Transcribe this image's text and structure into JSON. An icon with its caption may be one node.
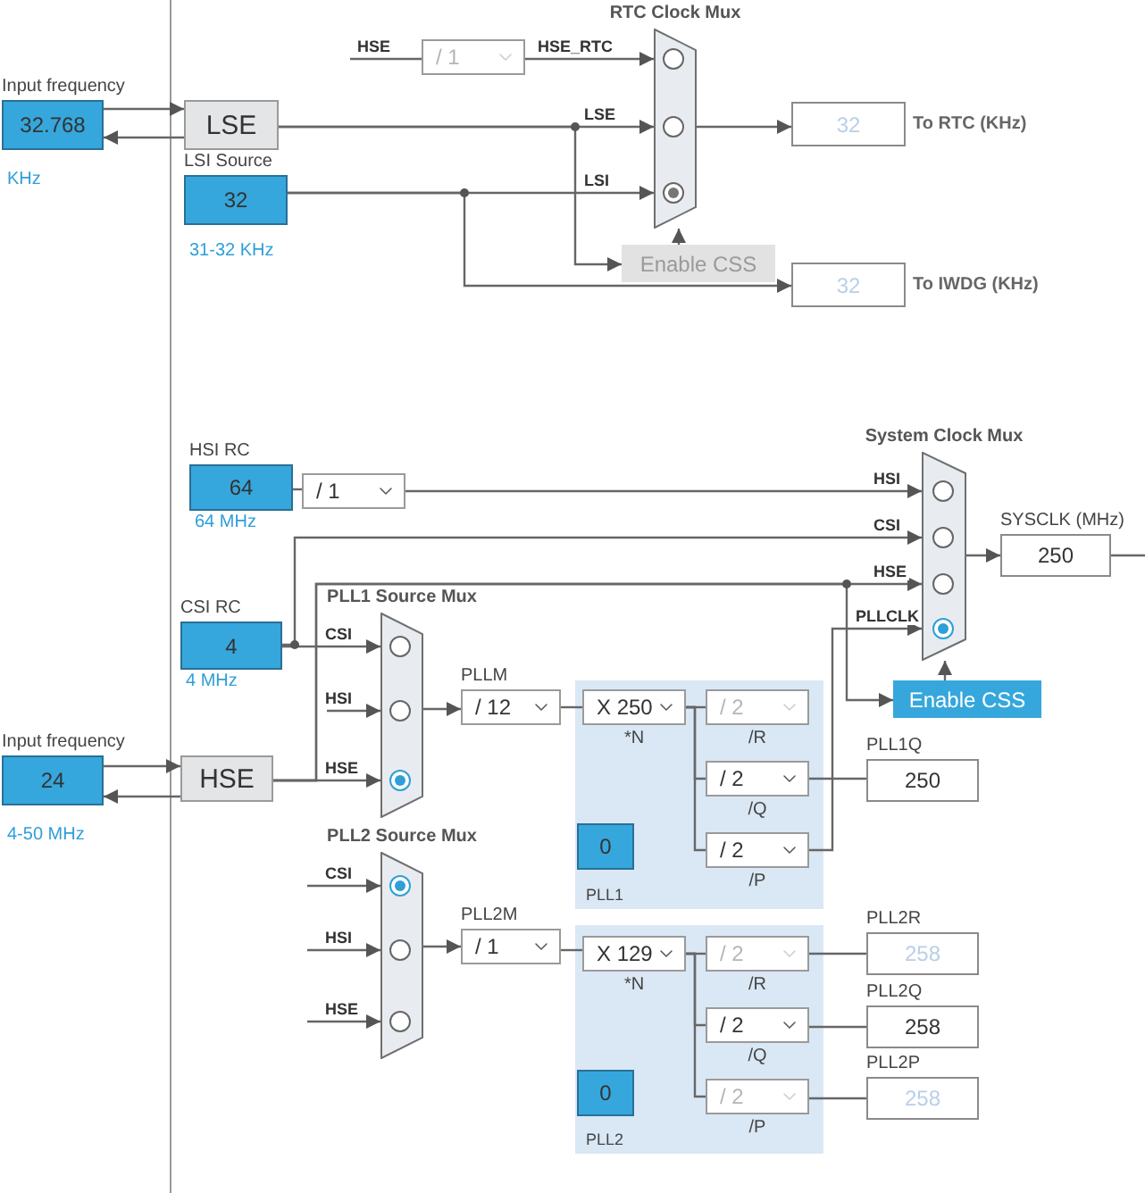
{
  "diagram": {
    "nodes": [
      {
        "text": [
          "Input frequency",
          "32.768"
        ],
        "beside": [
          "KHz"
        ]
      },
      {
        "text": [
          "LSE"
        ]
      },
      {
        "text": [
          "LSI Source",
          "32"
        ],
        "beside": [
          "31-32 KHz"
        ]
      },
      {
        "text": [
          "/ 1"
        ]
      },
      {
        "text": [
          "RTC Clock Mux"
        ]
      },
      {
        "text": [
          "32"
        ],
        "beside": [
          "To RTC (KHz)"
        ]
      },
      {
        "text": [
          "Enable CSS"
        ]
      },
      {
        "text": [
          "32"
        ],
        "beside": [
          "To IWDG (KHz)"
        ]
      },
      {
        "text": [
          "HSI RC",
          "64"
        ],
        "beside": [
          "64 MHz"
        ]
      },
      {
        "text": [
          "/ 1"
        ]
      },
      {
        "text": [
          "System Clock Mux"
        ]
      },
      {
        "text": [
          "SYSCLK (MHz)",
          "250"
        ]
      },
      {
        "text": [
          "CSI RC",
          "4"
        ],
        "beside": [
          "4 MHz"
        ]
      },
      {
        "text": [
          "Input frequency",
          "24"
        ],
        "beside": [
          "4-50 MHz"
        ]
      },
      {
        "text": [
          "HSE"
        ]
      },
      {
        "text": [
          "PLL1 Source Mux"
        ]
      },
      {
        "text": [
          "PLLM",
          "/ 12"
        ]
      },
      {
        "text": [
          "PLL1"
        ]
      },
      {
        "text": [
          "X 250",
          "*N"
        ],
        "in": 17
      },
      {
        "text": [
          "/ 2",
          "/R"
        ],
        "in": 17
      },
      {
        "text": [
          "/ 2",
          "/Q"
        ],
        "in": 17
      },
      {
        "text": [
          "/ 2",
          "/P"
        ],
        "in": 17
      },
      {
        "text": [
          "0"
        ],
        "in": 17
      },
      {
        "text": [
          "Enable CSS"
        ]
      },
      {
        "text": [
          "PLL1Q",
          "250"
        ]
      },
      {
        "text": [
          "PLL2 Source Mux"
        ]
      },
      {
        "text": [
          "PLL2M",
          "/ 1"
        ]
      },
      {
        "text": [
          "PLL2"
        ]
      },
      {
        "text": [
          "X 129",
          "*N"
        ],
        "in": 27
      },
      {
        "text": [
          "/ 2",
          "/R"
        ],
        "in": 27
      },
      {
        "text": [
          "/ 2",
          "/Q"
        ],
        "in": 27
      },
      {
        "text": [
          "/ 2",
          "/P"
        ],
        "in": 27
      },
      {
        "text": [
          "0"
        ],
        "in": 27
      },
      {
        "text": [
          "PLL2R",
          "258"
        ]
      },
      {
        "text": [
          "PLL2Q",
          "258"
        ]
      },
      {
        "text": [
          "PLL2P",
          "258"
        ]
      }
    ],
    "edges": [
      {
        "from": 0,
        "to": 1,
        "arrow": "to"
      },
      {
        "from": 1,
        "to": 0,
        "arrow": "to"
      },
      {
        "from": null,
        "to": 3,
        "arrow": "none",
        "label": "HSE"
      },
      {
        "from": 3,
        "to": 4,
        "arrow": "to",
        "label": "HSE_RTC"
      },
      {
        "from": 1,
        "to": 4,
        "arrow": "to",
        "label": "LSE"
      },
      {
        "from": 2,
        "to": 4,
        "arrow": "to",
        "label": "LSI"
      },
      {
        "from": 4,
        "to": 5,
        "arrow": "to"
      },
      {
        "from": 1,
        "to": 6,
        "arrow": "to"
      },
      {
        "from": 6,
        "to": 4,
        "arrow": "to"
      },
      {
        "from": 2,
        "to": 7,
        "arrow": "to"
      },
      {
        "from": 8,
        "to": 9,
        "arrow": "none"
      },
      {
        "from": 9,
        "to": 10,
        "arrow": "to",
        "label": "HSI"
      },
      {
        "from": 12,
        "to": 10,
        "arrow": "to",
        "label": "CSI"
      },
      {
        "from": 14,
        "to": 10,
        "arrow": "to",
        "label": "HSE"
      },
      {
        "from": 12,
        "to": 15,
        "arrow": "to",
        "label": "CSI"
      },
      {
        "from": null,
        "to": 15,
        "arrow": "to",
        "label": "HSI"
      },
      {
        "from": 14,
        "to": 15,
        "arrow": "to",
        "label": "HSE"
      },
      {
        "from": 15,
        "to": 16,
        "arrow": "to"
      },
      {
        "from": 16,
        "to": 18,
        "arrow": "none"
      },
      {
        "from": 18,
        "to": 19,
        "arrow": "none"
      },
      {
        "from": 18,
        "to": 20,
        "arrow": "none"
      },
      {
        "from": 18,
        "to": 21,
        "arrow": "none"
      },
      {
        "from": 21,
        "to": 10,
        "arrow": "to",
        "label": "PLLCLK"
      },
      {
        "from": 20,
        "to": 24,
        "arrow": "none"
      },
      {
        "from": 14,
        "to": 23,
        "arrow": "to"
      },
      {
        "from": 23,
        "to": 10,
        "arrow": "to"
      },
      {
        "from": 10,
        "to": 11,
        "arrow": "to"
      },
      {
        "from": 11,
        "to": null,
        "arrow": "none"
      },
      {
        "from": null,
        "to": 25,
        "arrow": "to",
        "label": "CSI"
      },
      {
        "from": null,
        "to": 25,
        "arrow": "to",
        "label": "HSI"
      },
      {
        "from": null,
        "to": 25,
        "arrow": "to",
        "label": "HSE"
      },
      {
        "from": 25,
        "to": 26,
        "arrow": "to"
      },
      {
        "from": 26,
        "to": 28,
        "arrow": "none"
      },
      {
        "from": 28,
        "to": 29,
        "arrow": "none"
      },
      {
        "from": 28,
        "to": 30,
        "arrow": "none"
      },
      {
        "from": 28,
        "to": 31,
        "arrow": "none"
      },
      {
        "from": 29,
        "to": 33,
        "arrow": "none"
      },
      {
        "from": 30,
        "to": 34,
        "arrow": "none"
      },
      {
        "from": 31,
        "to": 35,
        "arrow": "none"
      },
      {
        "from": 13,
        "to": 14,
        "arrow": "to"
      },
      {
        "from": 14,
        "to": 13,
        "arrow": "to"
      }
    ]
  }
}
